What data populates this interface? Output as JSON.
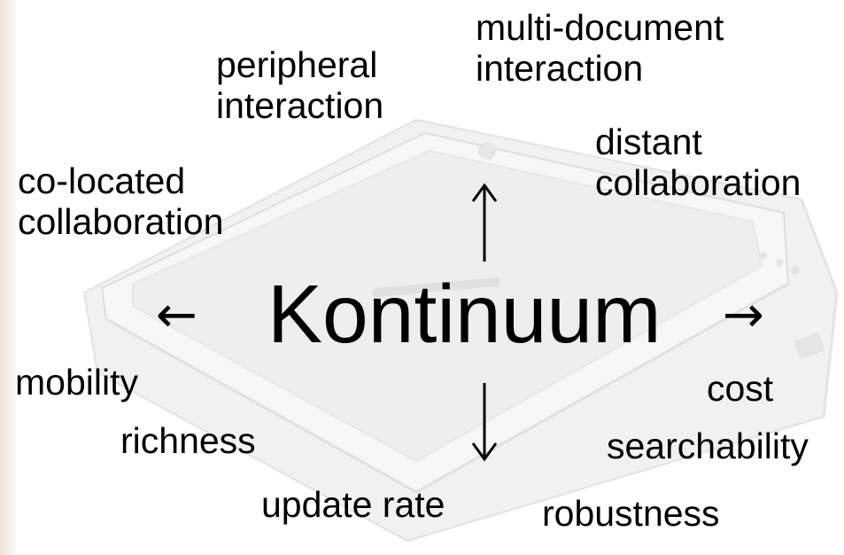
{
  "title": "Kontinuum",
  "labels": {
    "peripheral_interaction": "peripheral\ninteraction",
    "multi_document_interaction": "multi-document\ninteraction",
    "distant_collaboration": "distant\ncollaboration",
    "co_located_collaboration": "co-located\ncollaboration",
    "mobility": "mobility",
    "richness": "richness",
    "update_rate": "update rate",
    "cost": "cost",
    "searchability": "searchability",
    "robustness": "robustness"
  },
  "arrows": {
    "left": "←",
    "right": "→"
  }
}
